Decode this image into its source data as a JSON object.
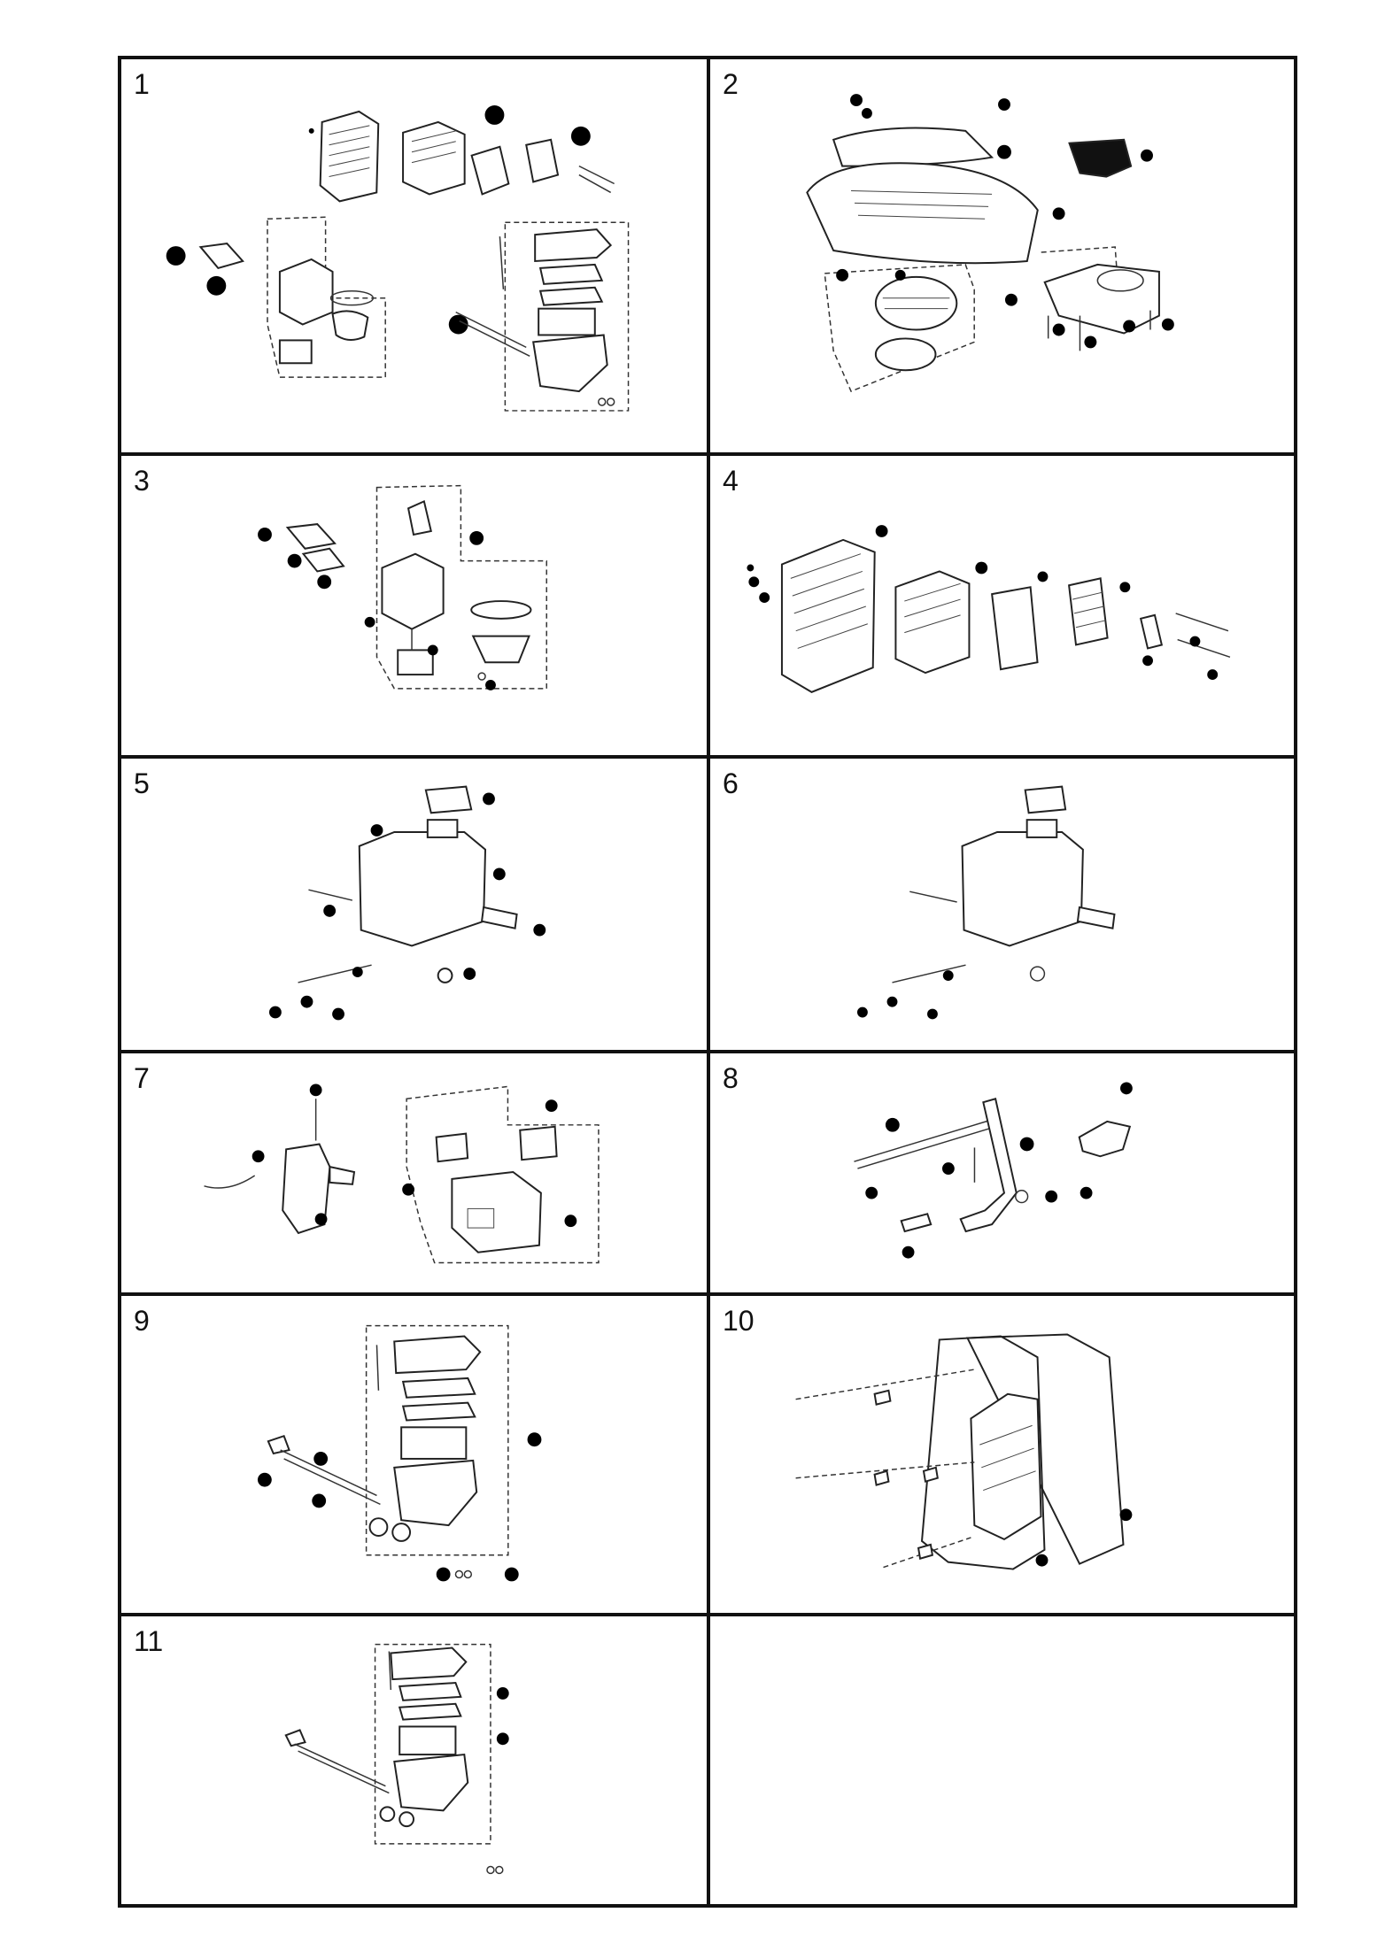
{
  "diagram": {
    "panels": [
      {
        "number": "1"
      },
      {
        "number": "2"
      },
      {
        "number": "3"
      },
      {
        "number": "4"
      },
      {
        "number": "5"
      },
      {
        "number": "6"
      },
      {
        "number": "7"
      },
      {
        "number": "8"
      },
      {
        "number": "9"
      },
      {
        "number": "10"
      },
      {
        "number": "11"
      },
      {
        "number": ""
      }
    ],
    "icons": {
      "callout": "filled-circle-marker",
      "part": "exploded-part-drawing"
    },
    "colors": {
      "line": "#222222",
      "marker": "#000000",
      "background": "#ffffff"
    }
  }
}
